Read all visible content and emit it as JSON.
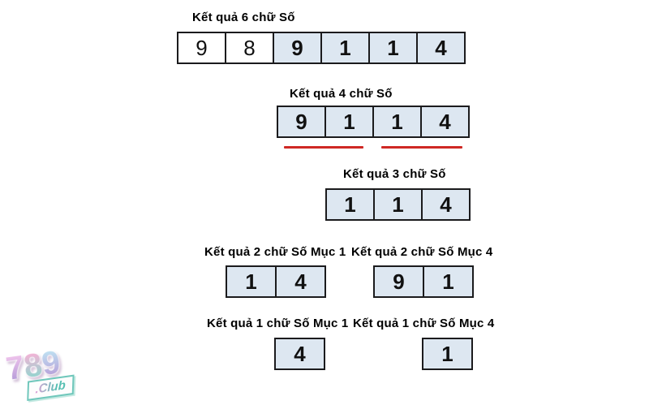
{
  "colors": {
    "cell_blue": "#dde7f1",
    "cell_white": "#ffffff",
    "cell_border": "#1b1b1d",
    "underline_red": "#cf2824",
    "title_text": "#000000"
  },
  "sections": [
    {
      "id": "six-digits",
      "title": "Kết quả 6 chữ Số",
      "cells": [
        {
          "value": "9",
          "style": "white"
        },
        {
          "value": "8",
          "style": "white"
        },
        {
          "value": "9",
          "style": "blue"
        },
        {
          "value": "1",
          "style": "blue"
        },
        {
          "value": "1",
          "style": "blue"
        },
        {
          "value": "4",
          "style": "blue"
        }
      ]
    },
    {
      "id": "four-digits",
      "title": "Kết quả 4 chữ Số",
      "cells": [
        {
          "value": "9",
          "style": "blue"
        },
        {
          "value": "1",
          "style": "blue"
        },
        {
          "value": "1",
          "style": "blue"
        },
        {
          "value": "4",
          "style": "blue"
        }
      ]
    },
    {
      "id": "three-digits",
      "title": "Kết quả 3 chữ Số",
      "cells": [
        {
          "value": "1",
          "style": "blue"
        },
        {
          "value": "1",
          "style": "blue"
        },
        {
          "value": "4",
          "style": "blue"
        }
      ]
    },
    {
      "id": "two-digits-muc-1",
      "title": "Kết quả 2 chữ Số Mục 1",
      "cells": [
        {
          "value": "1",
          "style": "blue"
        },
        {
          "value": "4",
          "style": "blue"
        }
      ]
    },
    {
      "id": "two-digits-muc-4",
      "title": "Kết quả 2 chữ Số Mục 4",
      "cells": [
        {
          "value": "9",
          "style": "blue"
        },
        {
          "value": "1",
          "style": "blue"
        }
      ]
    },
    {
      "id": "one-digit-muc-1",
      "title": "Kết quả 1 chữ Số Mục 1",
      "cells": [
        {
          "value": "4",
          "style": "blue"
        }
      ]
    },
    {
      "id": "one-digit-muc-4",
      "title": "Kết quả 1 chữ Số Mục 4",
      "cells": [
        {
          "value": "1",
          "style": "blue"
        }
      ]
    }
  ],
  "logo": {
    "digits": [
      "7",
      "8",
      "9"
    ],
    "club": ".Club"
  }
}
